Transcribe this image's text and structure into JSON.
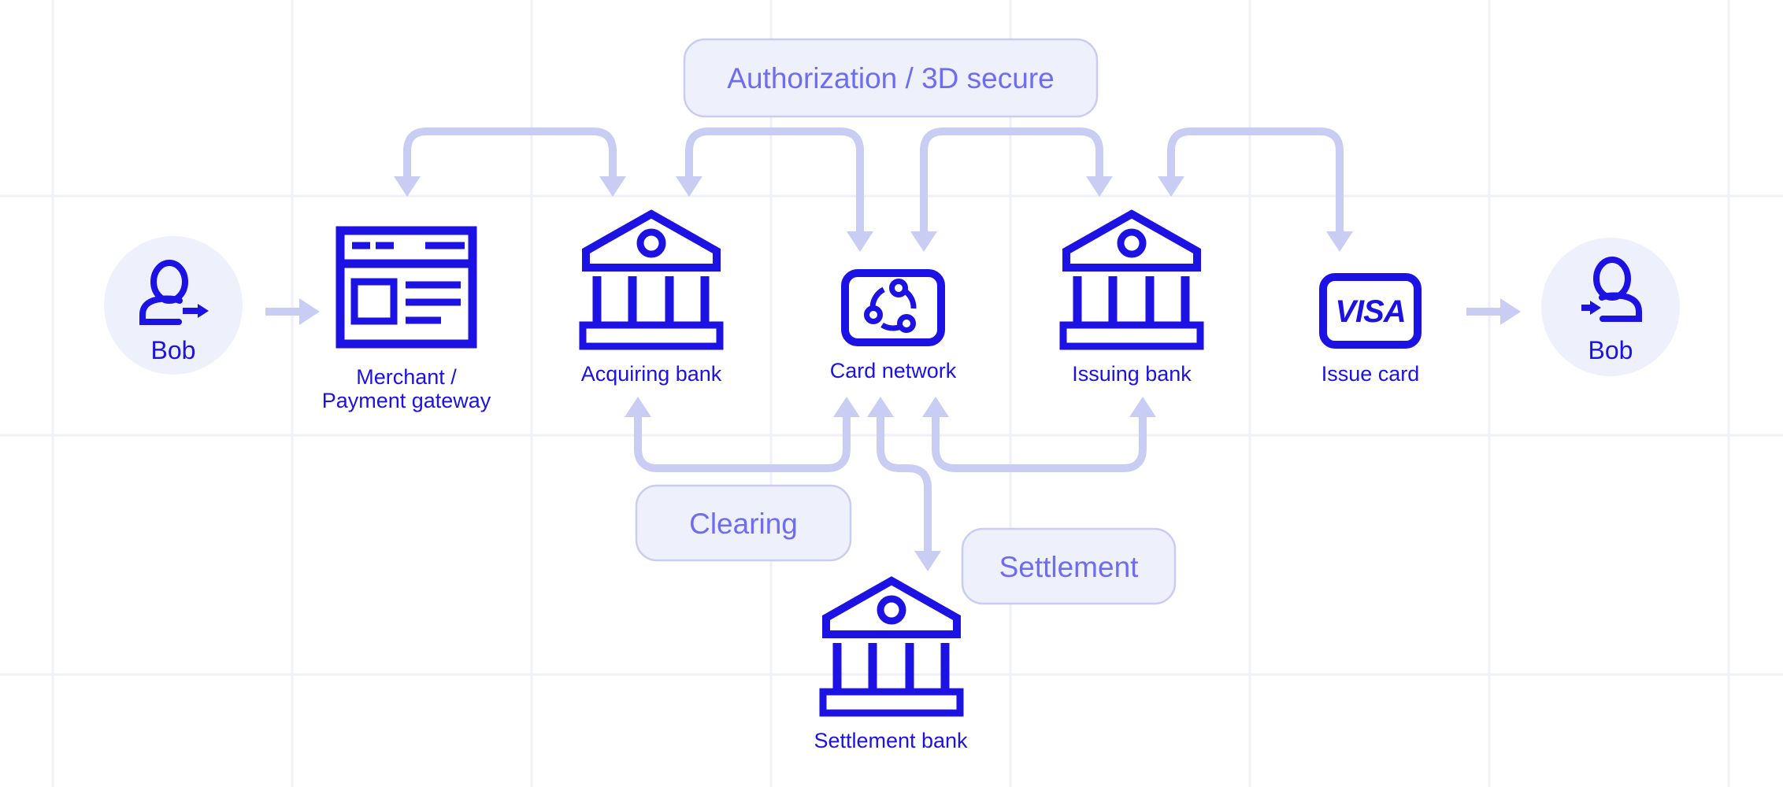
{
  "diagram": {
    "title_badge": "Authorization / 3D secure",
    "badges": {
      "authorization": "Authorization / 3D secure",
      "clearing": "Clearing",
      "settlement": "Settlement"
    },
    "nodes": {
      "bob_left": {
        "label": "Bob"
      },
      "merchant": {
        "label_line1": "Merchant /",
        "label_line2": "Payment gateway"
      },
      "acquiring_bank": {
        "label": "Acquiring bank"
      },
      "card_network": {
        "label": "Card network"
      },
      "issuing_bank": {
        "label": "Issuing bank"
      },
      "issue_card": {
        "label": "Issue card",
        "card_text": "VISA"
      },
      "bob_right": {
        "label": "Bob"
      },
      "settlement_bank": {
        "label": "Settlement bank"
      }
    },
    "colors": {
      "primary_blue": "#1b12e3",
      "arrow_lavender": "#c9ccf3",
      "badge_background": "#eef0fc",
      "badge_border": "#c9ccf3",
      "badge_text": "#6e6cf0",
      "node_circle_background": "#eef0fb",
      "grid_line": "#eef1fb",
      "background": "#ffffff"
    }
  }
}
